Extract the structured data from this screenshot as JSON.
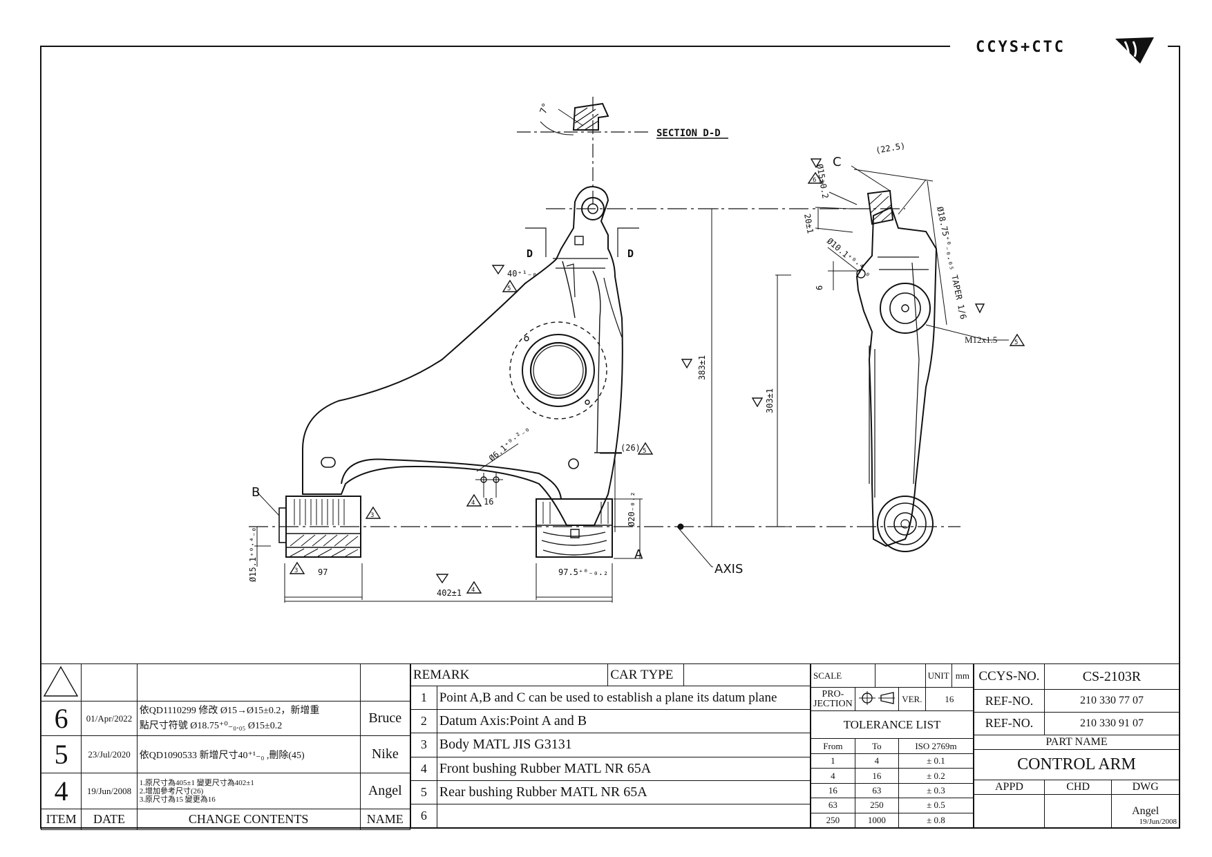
{
  "logo": {
    "text": "CCYS+CTC"
  },
  "drawing": {
    "section_label": "SECTION D-D",
    "section_angle": "7°",
    "cut_letter": "D",
    "point_b": "B",
    "point_a": "A",
    "point_c": "C",
    "axis_label": "AXIS",
    "dim_40": "40⁺¹₋₀",
    "dim_383": "383±1",
    "dim_303": "303±1",
    "dim_26": "(26)",
    "dim_20": "Ø20₋₀.₂",
    "dim_61": "Ø6.1⁺⁰·²₋₀",
    "dim_16": "16",
    "dim_97": "97",
    "dim_975": "97.5⁺⁰₋₀.₂",
    "dim_402": "402±1",
    "dim_151": "Ø15.1⁺⁰·⁴₋₀",
    "dim_225": "(22.5)",
    "dim_15": "Ø15±0.2",
    "dim_1875": "Ø18.75⁺⁰₋₀.₀₅ TAPER 1/6",
    "dim_20b": "20±1",
    "dim_101": "Ø10.1⁺⁰·⁴₋₀",
    "dim_6": "6",
    "dim_m12": "M12x1.5",
    "flag_3": "3",
    "flag_4": "4",
    "flag_5": "5",
    "flag_6": "6"
  },
  "revisions": [
    {
      "item": "6",
      "date": "01/Apr/2022",
      "content": [
        "依QD1110299 修改 Ø15→Ø15±0.2，新增重",
        "點尺寸符號 Ø18.75⁺⁰₋₀.₀₅   Ø15±0.2"
      ],
      "name": "Bruce"
    },
    {
      "item": "5",
      "date": "23/Jul/2020",
      "content": [
        "依QD1090533 新增尺寸40⁺¹₋₀ ,刪除(45)"
      ],
      "name": "Nike"
    },
    {
      "item": "4",
      "date": "19/Jun/2008",
      "content": [
        "1.原尺寸為405±1 變更尺寸為402±1",
        "2.增加參考尺寸(26)",
        "3.原尺寸為15 變更為16"
      ],
      "name": "Angel"
    }
  ],
  "revision_headers": {
    "item": "ITEM",
    "date": "DATE",
    "content": "CHANGE CONTENTS",
    "name": "NAME"
  },
  "remark": {
    "header": "REMARK",
    "car_type_label": "CAR TYPE",
    "car_type_value": "",
    "rows": [
      {
        "no": "1",
        "text": "Point A,B and C can be used to establish a plane its datum plane"
      },
      {
        "no": "2",
        "text": "Datum Axis:Point A and B"
      },
      {
        "no": "3",
        "text": "Body MATL JIS G3131"
      },
      {
        "no": "4",
        "text": "Front bushing Rubber MATL NR 65A"
      },
      {
        "no": "5",
        "text": "Rear bushing Rubber MATL NR 65A"
      },
      {
        "no": "6",
        "text": ""
      }
    ]
  },
  "scale": {
    "scale_label": "SCALE",
    "scale_value": "",
    "unit_label": "UNIT",
    "unit_value": "mm",
    "projection_label": "PRO-JECTION",
    "ver_label": "VER.",
    "ver_value": "16",
    "tolerance_title": "TOLERANCE LIST",
    "tol_headers": [
      "From",
      "To",
      "ISO 2769m"
    ],
    "tolerances": [
      [
        "1",
        "4",
        "± 0.1"
      ],
      [
        "4",
        "16",
        "± 0.2"
      ],
      [
        "16",
        "63",
        "± 0.3"
      ],
      [
        "63",
        "250",
        "± 0.5"
      ],
      [
        "250",
        "1000",
        "± 0.8"
      ]
    ]
  },
  "title_block": {
    "ccys_label": "CCYS-NO.",
    "ccys_value": "CS-2103R",
    "ref_label": "REF-NO.",
    "ref_values": [
      "210 330 77 07",
      "210 330 91 07"
    ],
    "part_name_label": "PART NAME",
    "part_name": "CONTROL ARM",
    "appd": "APPD",
    "chd": "CHD",
    "dwg": "DWG",
    "dwg_name": "Angel",
    "dwg_date": "19/Jun/2008"
  }
}
